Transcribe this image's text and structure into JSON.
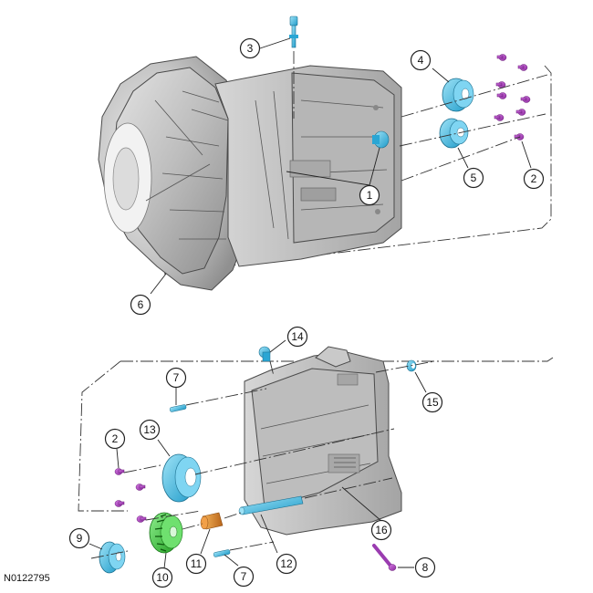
{
  "figure_code": "N0122795",
  "callouts": {
    "c1": "1",
    "c2a": "2",
    "c2b": "2",
    "c3": "3",
    "c4": "4",
    "c5": "5",
    "c6": "6",
    "c7a": "7",
    "c7b": "7",
    "c8": "8",
    "c9": "9",
    "c10": "10",
    "c11": "11",
    "c12": "12",
    "c13": "13",
    "c14": "14",
    "c15": "15",
    "c16": "16"
  },
  "colors": {
    "housing": "#c8c8c8",
    "housing_dark": "#9a9a9a",
    "bearing": "#4fc3e8",
    "bolt": "#b23fc8",
    "gear": "#3cc23c",
    "bushing": "#e08a2a"
  }
}
